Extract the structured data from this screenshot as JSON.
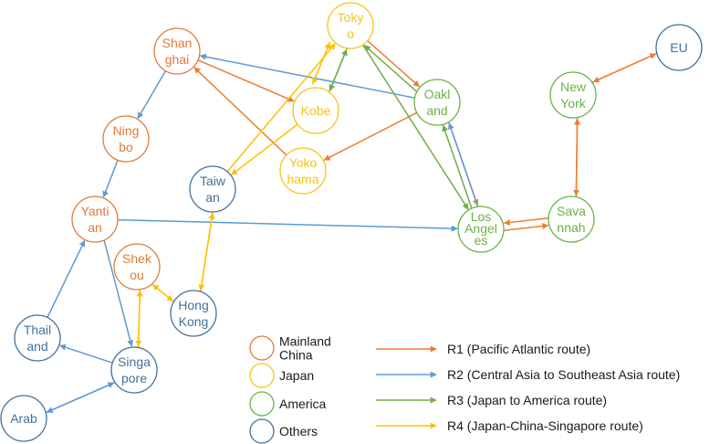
{
  "colors": {
    "mainland": "#E07B39",
    "japan": "#F5C518",
    "america": "#6AB344",
    "others": "#41719C",
    "r1": "#ED7D31",
    "r2": "#5B9BD5",
    "r3": "#70AD47",
    "r4": "#FFC000"
  },
  "nodes": [
    {
      "id": "shanghai",
      "group": "mainland",
      "lines": [
        "Shan",
        "ghai"
      ]
    },
    {
      "id": "ningbo",
      "group": "mainland",
      "lines": [
        "Ning",
        "bo"
      ]
    },
    {
      "id": "yantian",
      "group": "mainland",
      "lines": [
        "Yanti",
        "an"
      ]
    },
    {
      "id": "shekou",
      "group": "mainland",
      "lines": [
        "Shek",
        "ou"
      ]
    },
    {
      "id": "tokyo",
      "group": "japan",
      "lines": [
        "Toky",
        "o"
      ]
    },
    {
      "id": "kobe",
      "group": "japan",
      "lines": [
        "Kobe"
      ]
    },
    {
      "id": "yokohama",
      "group": "japan",
      "lines": [
        "Yoko",
        "hama"
      ]
    },
    {
      "id": "oakland",
      "group": "america",
      "lines": [
        "Oakl",
        "and"
      ]
    },
    {
      "id": "losangeles",
      "group": "america",
      "lines": [
        "Los",
        "Angel",
        "es"
      ]
    },
    {
      "id": "newyork",
      "group": "america",
      "lines": [
        "New",
        "York"
      ]
    },
    {
      "id": "savannah",
      "group": "america",
      "lines": [
        "Sava",
        "nnah"
      ]
    },
    {
      "id": "eu",
      "group": "others",
      "lines": [
        "EU"
      ]
    },
    {
      "id": "taiwan",
      "group": "others",
      "lines": [
        "Taiw",
        "an"
      ]
    },
    {
      "id": "hongkong",
      "group": "others",
      "lines": [
        "Hong",
        "Kong"
      ]
    },
    {
      "id": "thailand",
      "group": "others",
      "lines": [
        "Thail",
        "and"
      ]
    },
    {
      "id": "singapore",
      "group": "others",
      "lines": [
        "Singa",
        "pore"
      ]
    },
    {
      "id": "arab",
      "group": "others",
      "lines": [
        "Arab"
      ]
    }
  ],
  "legend": {
    "groups": [
      {
        "key": "mainland",
        "lines": [
          "Mainland",
          "China"
        ]
      },
      {
        "key": "japan",
        "lines": [
          "Japan"
        ]
      },
      {
        "key": "america",
        "lines": [
          "America"
        ]
      },
      {
        "key": "others",
        "lines": [
          "Others"
        ]
      }
    ],
    "routes": [
      {
        "key": "r1",
        "label": "R1 (Pacific Atlantic route)"
      },
      {
        "key": "r2",
        "label": "R2 (Central Asia to Southeast Asia route)"
      },
      {
        "key": "r3",
        "label": "R3 (Japan to America route)"
      },
      {
        "key": "r4",
        "label": "R4 (Japan-China-Singapore route)"
      }
    ]
  },
  "edges": [
    {
      "route": "r1",
      "from": "tokyo",
      "to": "oakland"
    },
    {
      "route": "r1",
      "from": "oakland",
      "to": "yokohama"
    },
    {
      "route": "r1",
      "from": "yokohama",
      "to": "shanghai"
    },
    {
      "route": "r1",
      "from": "shanghai",
      "to": "kobe"
    },
    {
      "route": "r1",
      "from": "oakland",
      "to": "losangeles"
    },
    {
      "route": "r1",
      "from": "losangeles",
      "to": "savannah"
    },
    {
      "route": "r1",
      "from": "savannah",
      "to": "losangeles"
    },
    {
      "route": "r1",
      "from": "savannah",
      "to": "newyork"
    },
    {
      "route": "r1",
      "from": "newyork",
      "to": "savannah"
    },
    {
      "route": "r1",
      "from": "newyork",
      "to": "eu"
    },
    {
      "route": "r1",
      "from": "eu",
      "to": "newyork"
    },
    {
      "route": "r2",
      "from": "oakland",
      "to": "shanghai"
    },
    {
      "route": "r2",
      "from": "shanghai",
      "to": "ningbo"
    },
    {
      "route": "r2",
      "from": "ningbo",
      "to": "yantian"
    },
    {
      "route": "r2",
      "from": "yantian",
      "to": "losangeles"
    },
    {
      "route": "r2",
      "from": "losangeles",
      "to": "oakland"
    },
    {
      "route": "r2",
      "from": "yantian",
      "to": "singapore"
    },
    {
      "route": "r2",
      "from": "singapore",
      "to": "thailand"
    },
    {
      "route": "r2",
      "from": "thailand",
      "to": "yantian"
    },
    {
      "route": "r2",
      "from": "singapore",
      "to": "arab"
    },
    {
      "route": "r2",
      "from": "arab",
      "to": "singapore"
    },
    {
      "route": "r3",
      "from": "tokyo",
      "to": "losangeles"
    },
    {
      "route": "r3",
      "from": "losangeles",
      "to": "oakland"
    },
    {
      "route": "r3",
      "from": "oakland",
      "to": "tokyo"
    },
    {
      "route": "r3",
      "from": "tokyo",
      "to": "kobe"
    },
    {
      "route": "r3",
      "from": "kobe",
      "to": "tokyo"
    },
    {
      "route": "r4",
      "from": "kobe",
      "to": "tokyo"
    },
    {
      "route": "r4",
      "from": "tokyo",
      "to": "kobe"
    },
    {
      "route": "r4",
      "from": "kobe",
      "to": "taiwan"
    },
    {
      "route": "r4",
      "from": "taiwan",
      "to": "tokyo"
    },
    {
      "route": "r4",
      "from": "taiwan",
      "to": "hongkong"
    },
    {
      "route": "r4",
      "from": "hongkong",
      "to": "taiwan"
    },
    {
      "route": "r4",
      "from": "hongkong",
      "to": "shekou"
    },
    {
      "route": "r4",
      "from": "shekou",
      "to": "hongkong"
    },
    {
      "route": "r4",
      "from": "shekou",
      "to": "singapore"
    },
    {
      "route": "r4",
      "from": "singapore",
      "to": "shekou"
    }
  ]
}
